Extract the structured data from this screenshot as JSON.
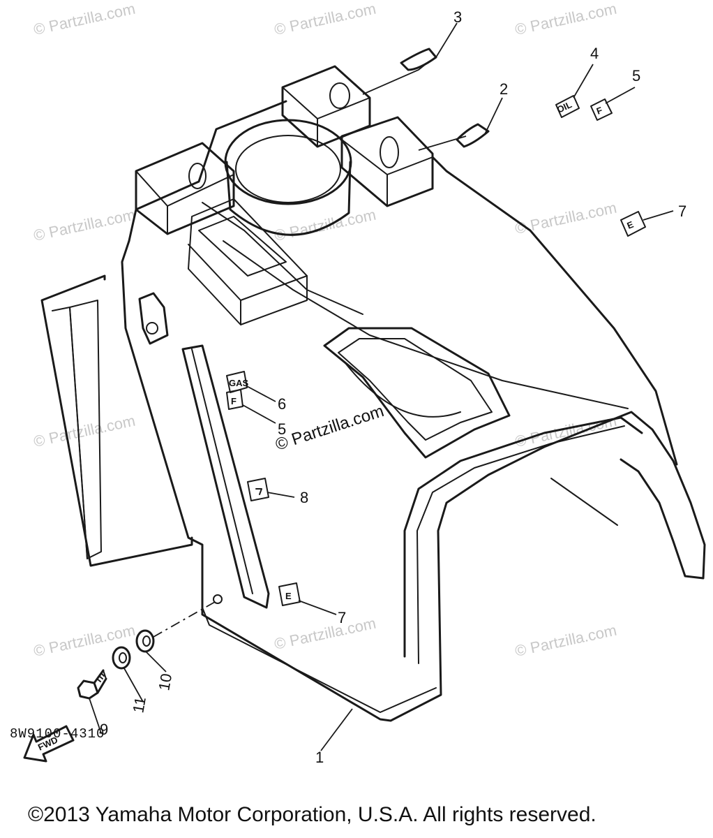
{
  "watermark": {
    "text": "© Partzilla.com",
    "center_text": "© Partzilla.com"
  },
  "callouts": {
    "c1": "1",
    "c2": "2",
    "c3": "3",
    "c4": "4",
    "c5a": "5",
    "c5b": "5",
    "c6": "6",
    "c7a": "7",
    "c7b": "7",
    "c8": "8",
    "c9": "9",
    "c10": "10",
    "c11": "11"
  },
  "decals": {
    "oil": "OIL",
    "f_top": "F",
    "e_top": "E",
    "gas": "GAS",
    "f_side": "F",
    "e_side": "E",
    "fwd": "FWD"
  },
  "diagram_code": "8W9100-4310",
  "copyright": "©2013 Yamaha Motor Corporation, U.S.A. All rights reserved."
}
